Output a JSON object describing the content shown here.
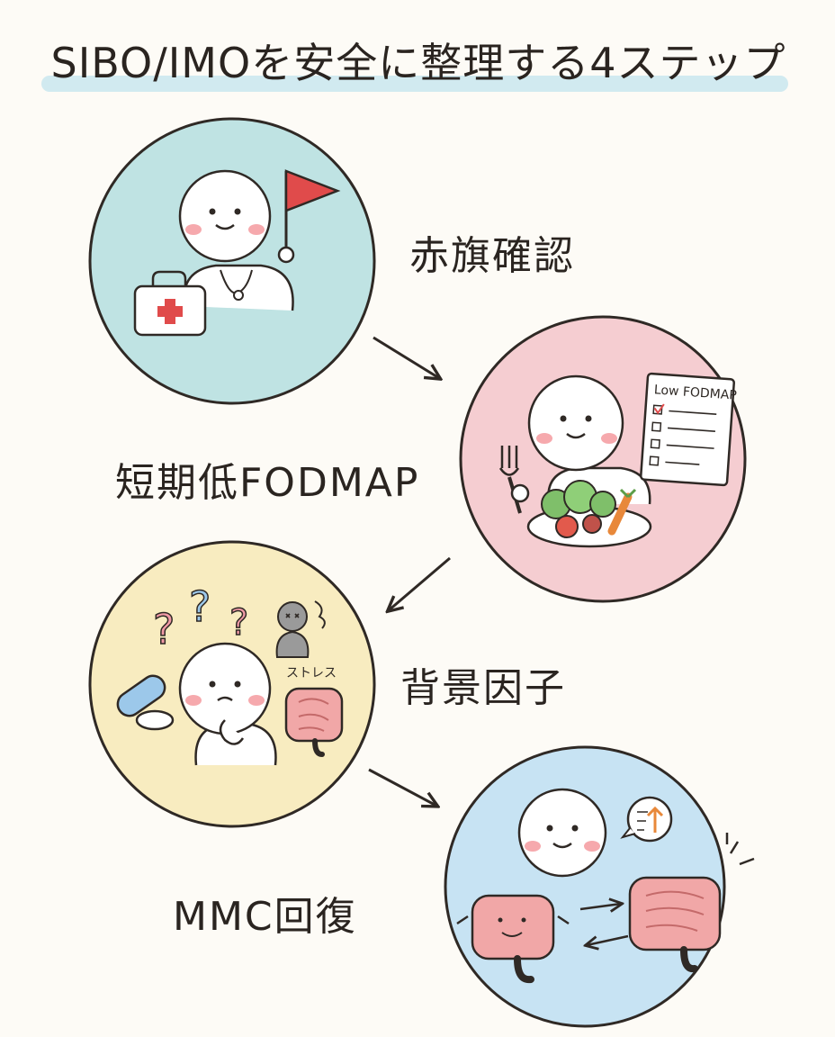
{
  "title": "SIBO/IMOを安全に整理する4ステップ",
  "steps": [
    {
      "label": "赤旗確認",
      "bg": "#bfe3e3"
    },
    {
      "label": "短期低FODMAP",
      "bg": "#f5cdd1"
    },
    {
      "label": "背景因子",
      "bg": "#f8ecc0"
    },
    {
      "label": "MMC回復",
      "bg": "#c7e3f3"
    }
  ],
  "checklist_title": "Low FODMAP",
  "stress_label": "ストレス",
  "colors": {
    "outline": "#2f2925",
    "accent_red": "#e04b4b",
    "cheek": "#f6a9ad",
    "intestine": "#f1a7a7"
  }
}
